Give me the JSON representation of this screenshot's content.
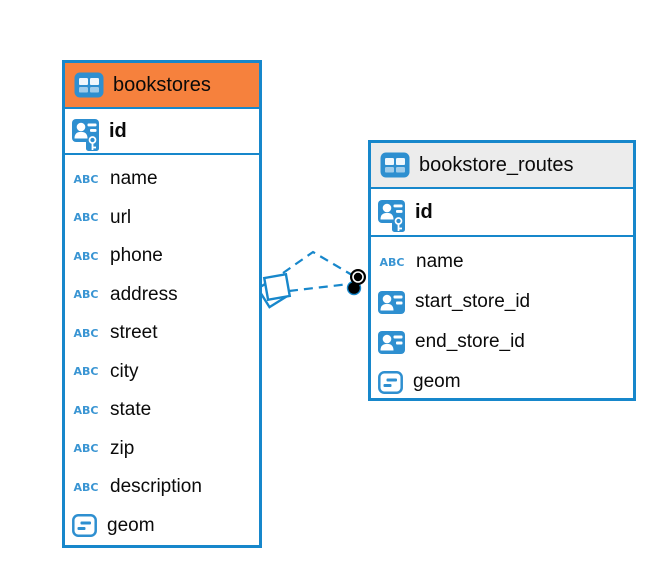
{
  "colors": {
    "accent": "#1787CB",
    "icon-blue": "#2E8FD0",
    "icon-blue-light": "#3A95D3",
    "selected-header": "#F6813D",
    "header-gray": "#ECECEC",
    "text": "#0A0A0A",
    "marker-black": "#000000"
  },
  "icons": {
    "abc_label": "ABC"
  },
  "tables": [
    {
      "name": "bookstores",
      "header_style": "selected-orange",
      "columns": [
        {
          "name": "id",
          "icon": "primary-key"
        },
        {
          "name": "name",
          "icon": "text"
        },
        {
          "name": "url",
          "icon": "text"
        },
        {
          "name": "phone",
          "icon": "text"
        },
        {
          "name": "address",
          "icon": "text"
        },
        {
          "name": "street",
          "icon": "text"
        },
        {
          "name": "city",
          "icon": "text"
        },
        {
          "name": "state",
          "icon": "text"
        },
        {
          "name": "zip",
          "icon": "text"
        },
        {
          "name": "description",
          "icon": "text"
        },
        {
          "name": "geom",
          "icon": "geometry"
        }
      ]
    },
    {
      "name": "bookstore_routes",
      "header_style": "gray",
      "columns": [
        {
          "name": "id",
          "icon": "primary-key"
        },
        {
          "name": "name",
          "icon": "text"
        },
        {
          "name": "start_store_id",
          "icon": "foreign-key"
        },
        {
          "name": "end_store_id",
          "icon": "foreign-key"
        },
        {
          "name": "geom",
          "icon": "geometry"
        }
      ]
    }
  ],
  "relationship": {
    "from_table": "bookstores",
    "to_table": "bookstore_routes",
    "line_count": 2,
    "line_style": "dashed"
  }
}
